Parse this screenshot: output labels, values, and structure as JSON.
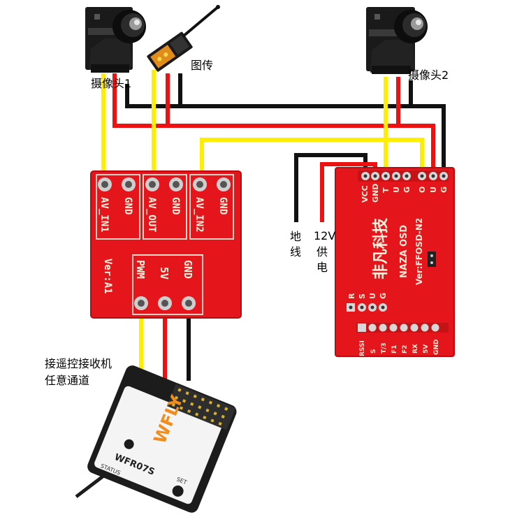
{
  "labels": {
    "camera1": "摄像头1",
    "transmitter": "图传",
    "camera2": "摄像头2",
    "ground_wire": "地线",
    "power_12v_a": "12V",
    "power_12v_b": "供电",
    "receiver_note_1": "接遥控接收机",
    "receiver_note_2": "任意通道"
  },
  "switch_board": {
    "top_pins": [
      "AV_IN1",
      "GND",
      "AV_OUT",
      "GND",
      "AV_IN2",
      "GND"
    ],
    "bottom_pins": [
      "PWM",
      "5V",
      "GND"
    ],
    "version": "Ver:A1"
  },
  "osd_board": {
    "top_pins": [
      "VCC",
      "GND",
      "T",
      "U",
      "G",
      "O",
      "U",
      "G"
    ],
    "brand": "非凡科技",
    "model": "NAZA OSD",
    "model_code": "Ver:FFOSD-N2",
    "mid_pins": [
      "R",
      "S",
      "U",
      "G"
    ],
    "bottom_pins": [
      "RSSI",
      "S",
      "T/3",
      "F1",
      "F2",
      "RX",
      "5V",
      "GND"
    ]
  },
  "receiver": {
    "brand": "WFLY",
    "model": "WFR07S",
    "status": "STATUS",
    "set": "SET"
  },
  "colors": {
    "wire_yellow": "#ffee00",
    "wire_red": "#ee1111",
    "wire_black": "#111111",
    "pcb_red": "#e4161b"
  }
}
